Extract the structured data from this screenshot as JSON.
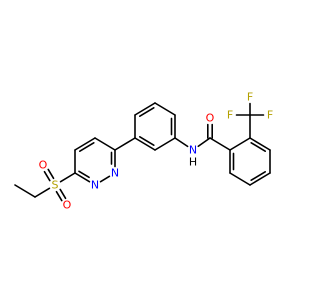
{
  "molecule": {
    "colors": {
      "bond": "#000000",
      "N": "#0000ff",
      "O": "#ff0000",
      "F": "#b3a000",
      "S": "#b3a000",
      "H": "#000000"
    },
    "labels": {
      "N": "N",
      "NH": "N",
      "H": "H",
      "O": "O",
      "S": "S",
      "F": "F"
    }
  }
}
